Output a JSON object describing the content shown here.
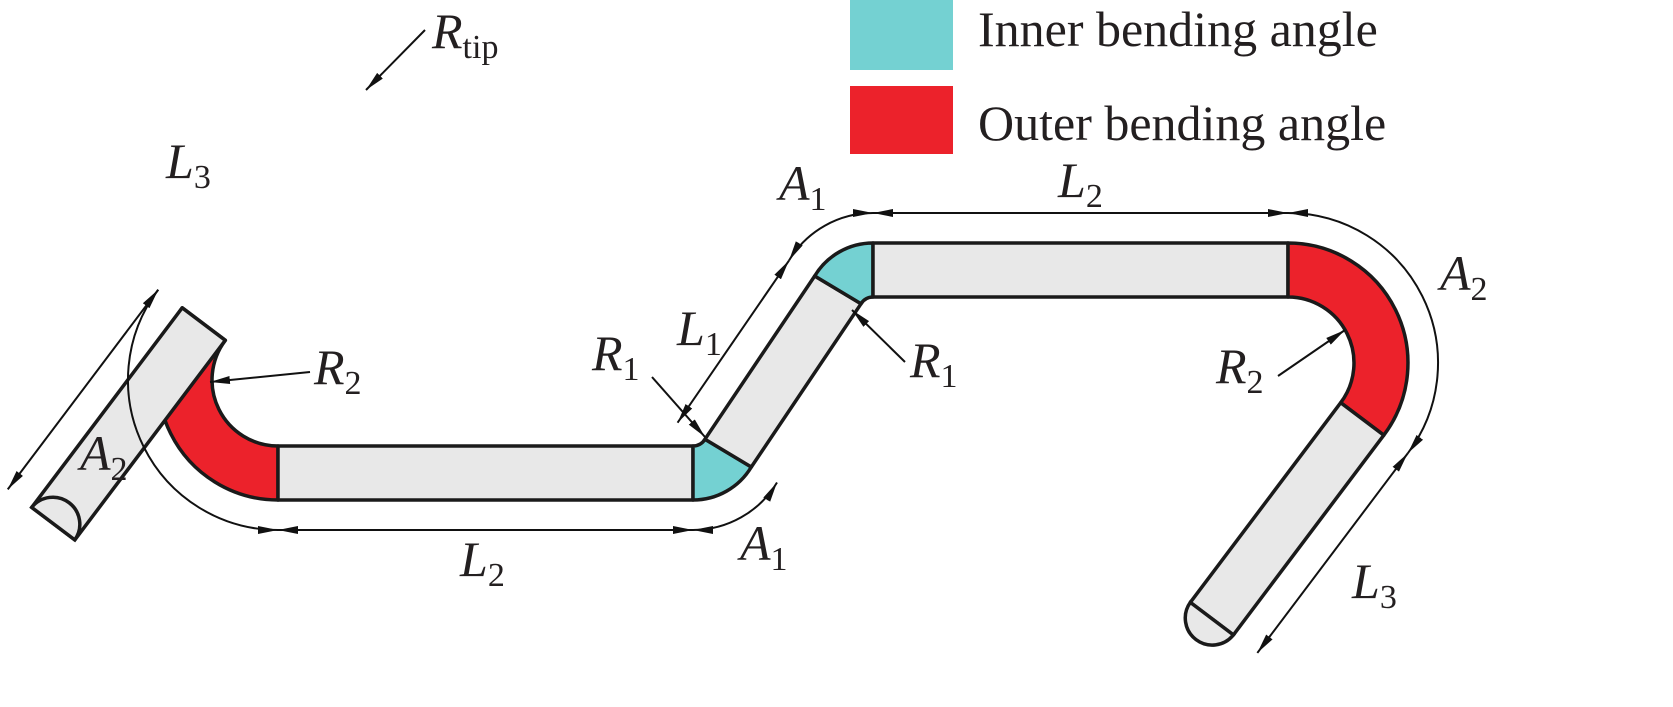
{
  "legend": {
    "items": [
      {
        "label": "Inner bending angle",
        "color": "#74d1d2"
      },
      {
        "label": "Outer bending angle",
        "color": "#ec222b"
      }
    ]
  },
  "colors": {
    "tube_fill": "#e8e8e8",
    "outline": "#1a1a1a",
    "inner_bend": "#74d1d2",
    "outer_bend": "#ec222b"
  },
  "labels": {
    "r_tip": {
      "main": "R",
      "sub": "tip"
    },
    "l3_left": {
      "main": "L",
      "sub": "3"
    },
    "r2_left": {
      "main": "R",
      "sub": "2"
    },
    "a2_left": {
      "main": "A",
      "sub": "2"
    },
    "l2_bottom": {
      "main": "L",
      "sub": "2"
    },
    "a1_bottom": {
      "main": "A",
      "sub": "1"
    },
    "r1_left": {
      "main": "R",
      "sub": "1"
    },
    "l1": {
      "main": "L",
      "sub": "1"
    },
    "a1_top": {
      "main": "A",
      "sub": "1"
    },
    "l2_top": {
      "main": "L",
      "sub": "2"
    },
    "r1_right": {
      "main": "R",
      "sub": "1"
    },
    "a2_right": {
      "main": "A",
      "sub": "2"
    },
    "r2_right": {
      "main": "R",
      "sub": "2"
    },
    "l3_right": {
      "main": "L",
      "sub": "3"
    }
  }
}
